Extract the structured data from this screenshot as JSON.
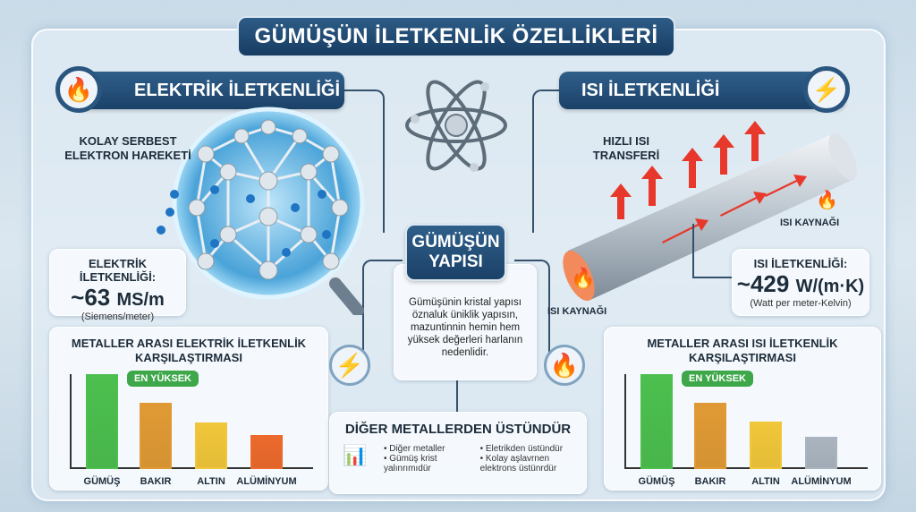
{
  "title": "GÜMÜŞÜN İLETKENLİK ÖZELLİKLERİ",
  "left": {
    "header": "ELEKTRİK İLETKENLİĞİ",
    "header_icon": "flame-icon",
    "callout": "KOLAY SERBEST ELEKTRON HAREKETİ",
    "value_label": "ELEKTRİK İLETKENLİĞİ:",
    "value": "~63",
    "unit": "MS/m",
    "unit_full": "(Siemens/meter)",
    "side_icon": "lightning-icon"
  },
  "right": {
    "header": "ISI İLETKENLİĞİ",
    "header_icon": "lightning-icon",
    "callout": "HIZLI ISI TRANSFERİ",
    "source_label_1": "ISI KAYNAĞI",
    "source_label_2": "ISI KAYNAĞI",
    "value_label": "ISI İLETKENLİĞİ:",
    "value": "~429",
    "unit": "W/(m·K)",
    "unit_full": "(Watt per meter-Kelvin)",
    "side_icon": "flame-icon"
  },
  "center": {
    "structure_title": "GÜMÜŞÜN YAPISI",
    "structure_text": "Gümüşünin kristal yapısı öznaluk üniklik yapısın, mazuntinnin hemin hem yüksek değerleri harlanın nedenlidir.",
    "superior_title": "DİĞER METALLERDEN ÜSTÜNDÜR",
    "bullets": [
      "Diğer metaller",
      "Gümüş krist yalınrımıdür",
      "Eletrikden üstündür",
      "Kolay aşlavrnen elektrons üstünrdür"
    ]
  },
  "chart_data": [
    {
      "type": "bar",
      "title": "METALLER ARASI ELEKTRİK İLETKENLİK KARŞILAŞTIRMASI",
      "categories": [
        "GÜMÜŞ",
        "BAKIR",
        "ALTIN",
        "ALÜMİNYUM"
      ],
      "values": [
        100,
        70,
        49,
        36
      ],
      "annotation": "EN YÜKSEK",
      "colors": [
        "#4cbf4f",
        "#e09a35",
        "#f0c63a",
        "#ec6a2c"
      ],
      "xlabel": "",
      "ylabel": ""
    },
    {
      "type": "bar",
      "title": "METALLER ARASI ISI İLETKENLİK KARŞILAŞTIRMASI",
      "categories": [
        "GÜMÜŞ",
        "BAKIR",
        "ALTIN",
        "ALÜMİNYUM"
      ],
      "values": [
        100,
        70,
        50,
        34
      ],
      "annotation": "EN YÜKSEK",
      "colors": [
        "#4cbf4f",
        "#e09a35",
        "#f0c63a",
        "#aab4bf"
      ],
      "xlabel": "",
      "ylabel": ""
    }
  ]
}
